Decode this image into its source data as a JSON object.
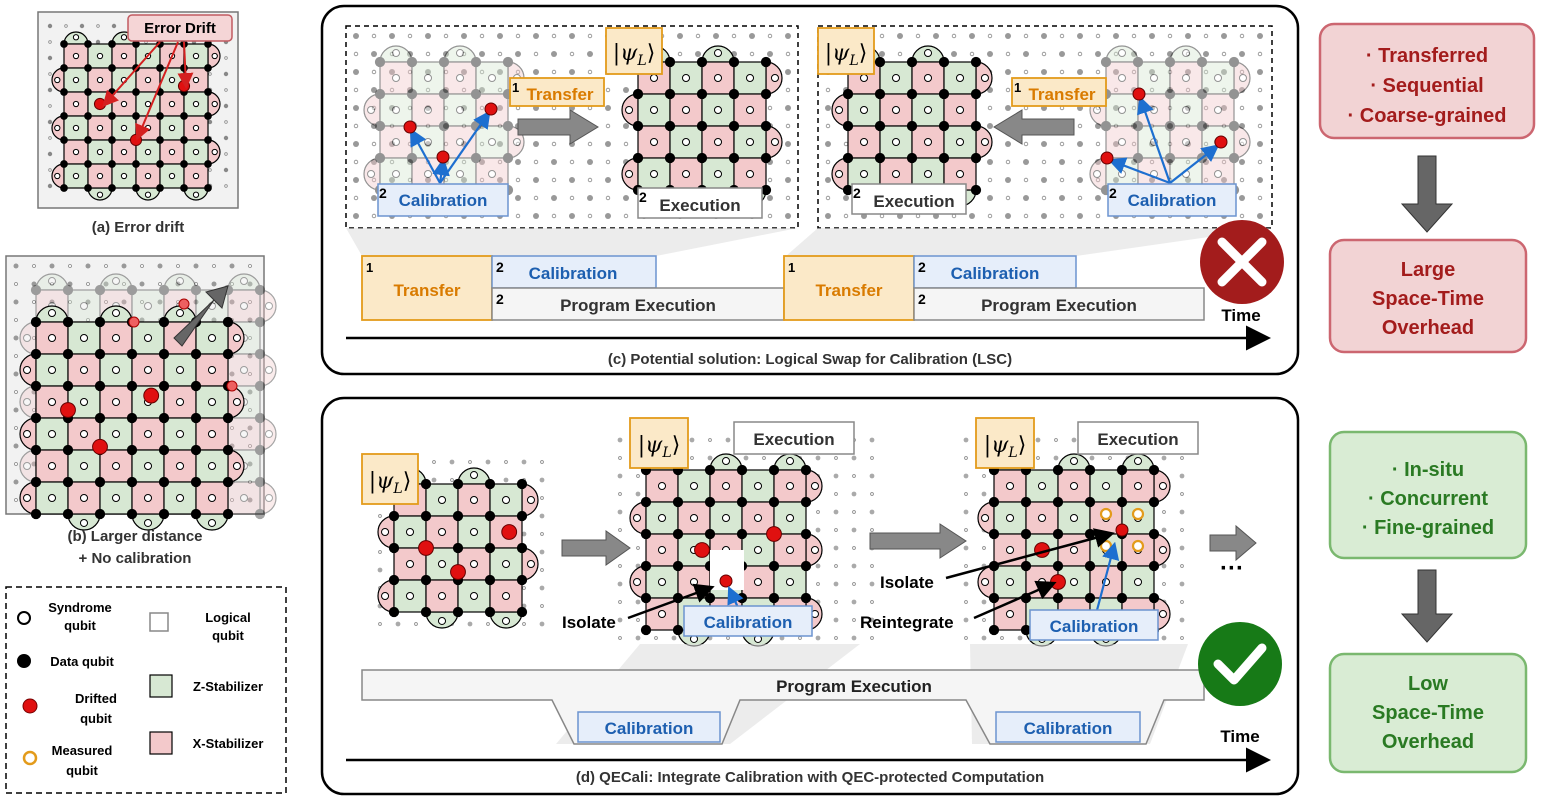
{
  "panel_a": {
    "badge": "Error Drift",
    "caption": "(a) Error drift"
  },
  "panel_b": {
    "caption_line1": "(b) Larger distance",
    "caption_line2": "+ No calibration"
  },
  "legend": {
    "syndrome_1": "Syndrome",
    "syndrome_2": "qubit",
    "logical_1": "Logical",
    "logical_2": "qubit",
    "data": "Data qubit",
    "drifted_1": "Drifted",
    "drifted_2": "qubit",
    "zstab": "Z-Stabilizer",
    "measured_1": "Measured",
    "measured_2": "qubit",
    "xstab": "X-Stabilizer"
  },
  "panel_c": {
    "psi": "|ψ",
    "psi_sub": "L",
    "psi_close": "⟩",
    "num1": "1",
    "num2": "2",
    "transfer": "Transfer",
    "calibration": "Calibration",
    "execution": "Execution",
    "program_execution": "Program Execution",
    "time": "Time",
    "caption": "(c) Potential solution: Logical Swap for Calibration (LSC)"
  },
  "panel_d": {
    "execution": "Execution",
    "isolate": "Isolate",
    "reintegrate": "Reintegrate",
    "calibration": "Calibration",
    "program_execution": "Program Execution",
    "dots": "···",
    "time": "Time",
    "caption": "(d) QECali: Integrate Calibration with QEC-protected Computation"
  },
  "right_top": {
    "items": [
      "· Transferred",
      "· Sequential",
      "· Coarse-grained"
    ],
    "result": [
      "Large",
      "Space-Time",
      "Overhead"
    ]
  },
  "right_bottom": {
    "items": [
      "· In-situ",
      "· Concurrent",
      "· Fine-grained"
    ],
    "result": [
      "Low",
      "Space-Time",
      "Overhead"
    ]
  },
  "colors": {
    "z_stabilizer": "#d7e8d3",
    "x_stabilizer": "#f3c9cb",
    "red_dark": "#a31c1c",
    "green_dark": "#2a7a23",
    "blue": "#1d5fb0",
    "orange": "#e39b1b",
    "red_box": "#f2d3d4",
    "green_box": "#d9ecd4"
  }
}
